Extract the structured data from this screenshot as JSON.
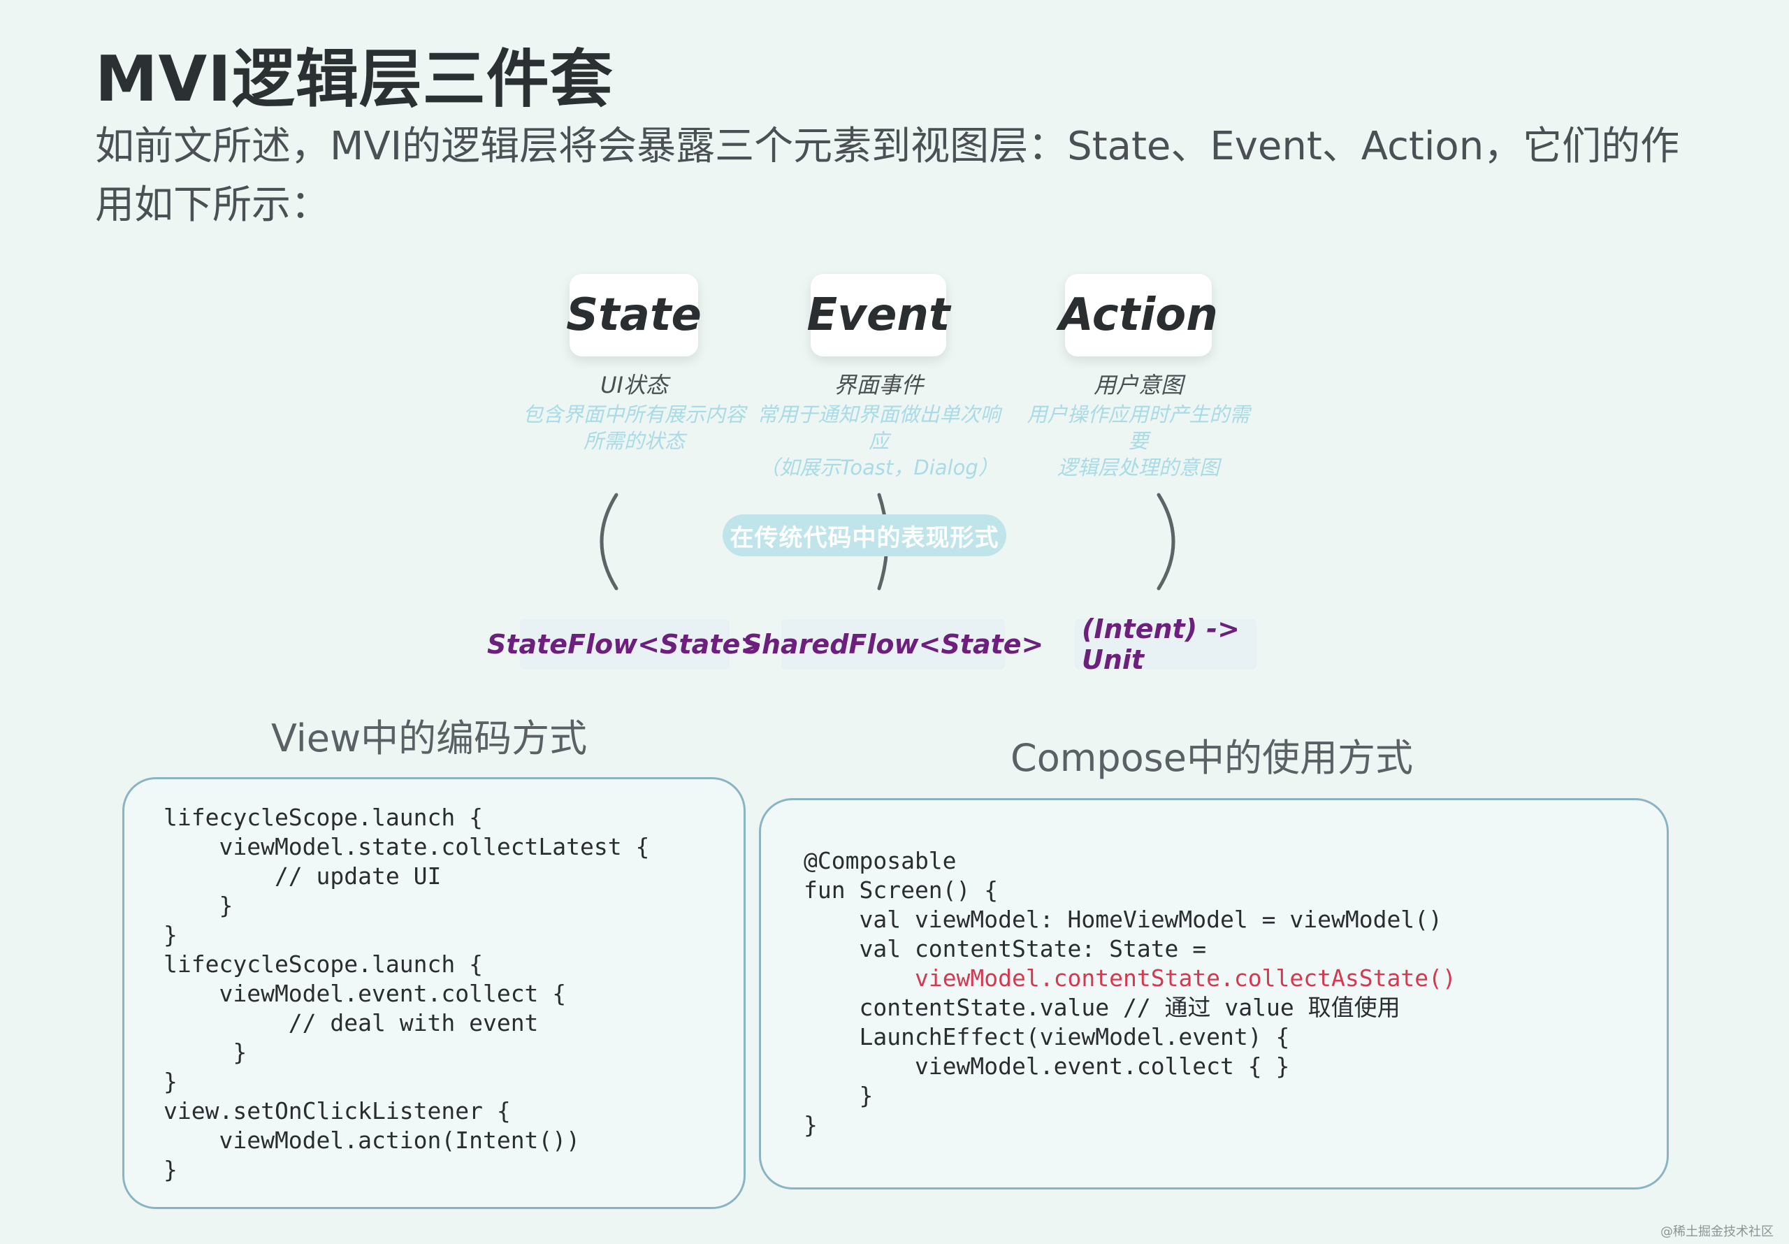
{
  "title": "MVI逻辑层三件套",
  "intro": "如前文所述，MVI的逻辑层将会暴露三个元素到视图层：State、Event、Action，它们的作用如下所示：",
  "elements": [
    {
      "name": "State",
      "role": "UI状态",
      "desc_line1": "包含界面中所有展示内容",
      "desc_line2": "所需的状态",
      "type": "StateFlow<State>"
    },
    {
      "name": "Event",
      "role": "界面事件",
      "desc_line1": "常用于通知界面做出单次响应",
      "desc_line2": "（如展示Toast，Dialog）",
      "type": "SharedFlow<State>"
    },
    {
      "name": "Action",
      "role": "用户意图",
      "desc_line1": "用户操作应用时产生的需要",
      "desc_line2": "逻辑层处理的意图",
      "type": "(Intent) -> Unit"
    }
  ],
  "traditional_label": "在传统代码中的表现形式",
  "view_section": {
    "title": "View中的编码方式",
    "code": "lifecycleScope.launch {\n    viewModel.state.collectLatest {\n        // update UI\n    }\n}\nlifecycleScope.launch {\n    viewModel.event.collect {\n         // deal with event\n     }\n}\nview.setOnClickListener {\n    viewModel.action(Intent())\n}"
  },
  "compose_section": {
    "title": "Compose中的使用方式",
    "code_before": "@Composable\nfun Screen() {\n    val viewModel: HomeViewModel = viewModel()\n    val contentState: State =\n        ",
    "code_highlight": "viewModel.contentState.collectAsState()",
    "code_after": "\n    contentState.value // 通过 value 取值使用\n    LaunchEffect(viewModel.event) {\n        viewModel.event.collect { }\n    }\n}"
  },
  "watermark": "@稀土掘金技术社区"
}
